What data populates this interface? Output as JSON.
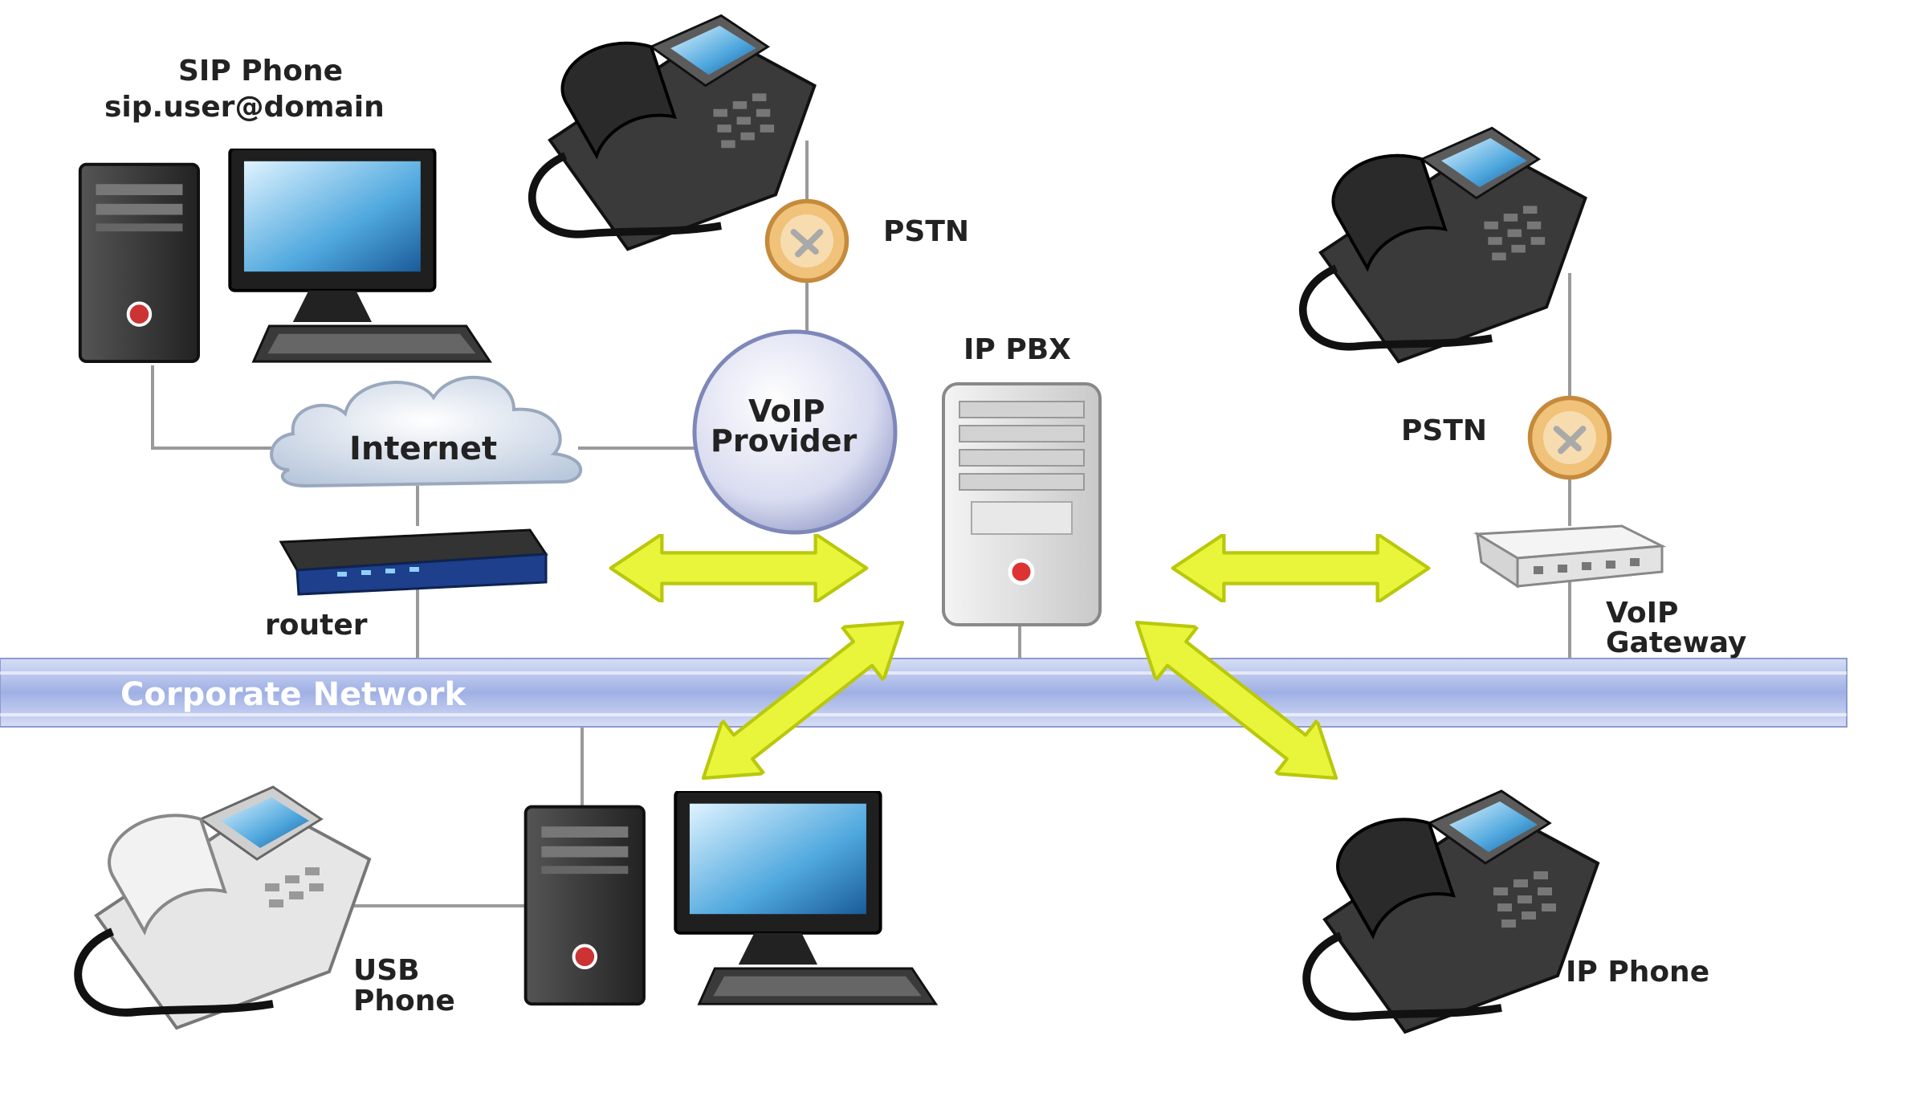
{
  "labels": {
    "sip_phone": "SIP Phone",
    "sip_address": "sip.user@domain",
    "pstn_top": "PSTN",
    "pstn_right": "PSTN",
    "ip_pbx": "IP PBX",
    "internet": "Internet",
    "voip_provider_1": "VoIP",
    "voip_provider_2": "Provider",
    "router": "router",
    "voip_gateway_1": "VoIP",
    "voip_gateway_2": "Gateway",
    "corporate_network": "Corporate Network",
    "usb_phone_1": "USB",
    "usb_phone_2": "Phone",
    "ip_phone": "IP Phone"
  },
  "colors": {
    "arrow": "#e8f53a",
    "arrow_outline": "#b9c80c",
    "network_band": "#a9b6e8",
    "line": "#9a9a9a",
    "pstn_badge": "#f0c27a"
  },
  "icons": [
    "desk-phone-icon",
    "computer-icon",
    "cloud-icon",
    "router-icon",
    "server-icon",
    "gateway-icon",
    "pstn-badge-icon",
    "voip-provider-icon"
  ]
}
